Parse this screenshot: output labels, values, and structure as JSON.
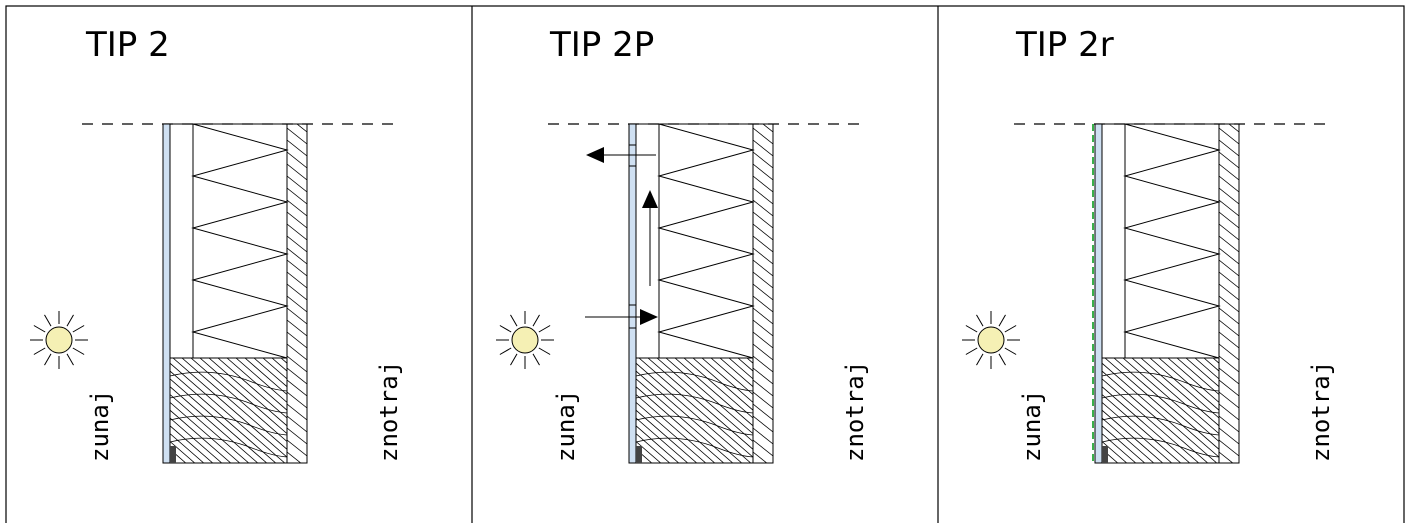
{
  "panels": [
    {
      "title": "TIP 2",
      "outside_label": "zunaj",
      "inside_label": "znotraj",
      "variant": "base"
    },
    {
      "title": "TIP 2P",
      "outside_label": "zunaj",
      "inside_label": "znotraj",
      "variant": "ventilated"
    },
    {
      "title": "TIP 2r",
      "outside_label": "zunaj",
      "inside_label": "znotraj",
      "variant": "foil"
    }
  ],
  "colors": {
    "sun_fill": "#f5f0b4",
    "glass_fill": "#cfe0f2",
    "foil_stroke": "#3ab04a",
    "anchor_fill": "#444444",
    "lines": "#000000"
  },
  "icons": [
    "sun-icon",
    "arrow-left-icon",
    "arrow-up-icon",
    "arrow-right-icon"
  ]
}
